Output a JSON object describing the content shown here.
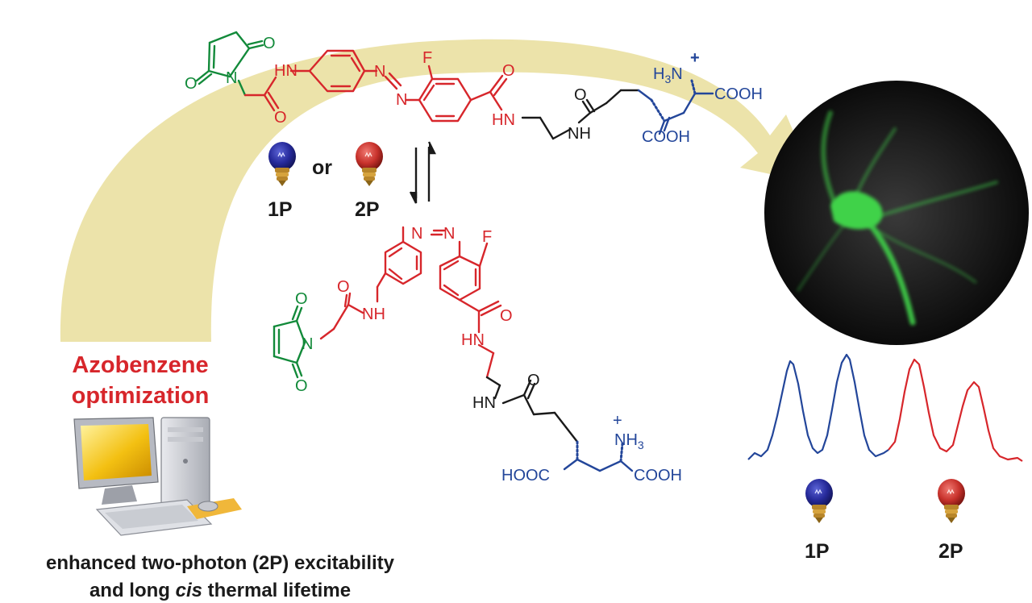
{
  "colors": {
    "red": "#d7262b",
    "green": "#128a3a",
    "blue": "#23469a",
    "black": "#1a1a1a",
    "arc": "#ebe2a5",
    "neuron": "#3fd24a"
  },
  "optimization": {
    "line1": "Azobenzene",
    "line2": "optimization"
  },
  "caption": {
    "line1": "enhanced two-photon (2P) excitability",
    "line2_pre": "and long ",
    "line2_em": "cis",
    "line2_post": " thermal lifetime"
  },
  "light": {
    "or": "or",
    "one_photon": "1P",
    "two_photon": "2P",
    "bulb_1p": "blue-light-bulb-icon",
    "bulb_2p": "red-light-bulb-icon"
  },
  "trans_molecule": {
    "F": "F",
    "N": "N",
    "O": "O",
    "NH_left": "HN",
    "amide_NH": "HN",
    "linker_NH": "NH",
    "H3N": "H3N",
    "plus": "+",
    "COOH_top": "COOH",
    "COOH_bottom": "COOH"
  },
  "cis_molecule": {
    "F": "F",
    "N": "N",
    "O": "O",
    "NH": "NH",
    "amide_HN": "HN",
    "linker_HN": "HN",
    "NH3": "NH3",
    "plus": "+",
    "HOOC": "HOOC",
    "COOH": "COOH"
  },
  "icons": {
    "computer": "desktop-computer-icon",
    "microscopy": "neuron-fluorescence-image",
    "arrows": "equilibrium-arrows-icon"
  }
}
